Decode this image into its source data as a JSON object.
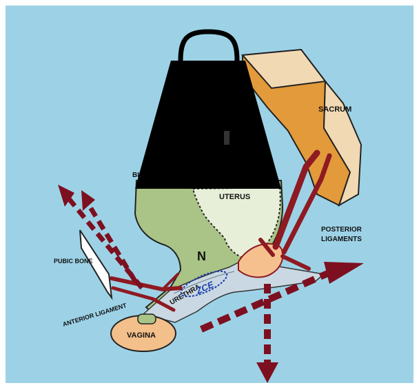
{
  "diagram": {
    "labels": {
      "sacrum": "SACRUM",
      "uterus": "UTERUS",
      "bladder_partial": "BL",
      "posterior_ligaments_line1": "POSTERIOR",
      "posterior_ligaments_line2": "LIGAMENTS",
      "pubic_bone": "PUBIC BONE",
      "anterior_ligament": "ANTERIOR LIGAMENT",
      "urethra": "URETHRA",
      "zce": "ZCE",
      "n": "N",
      "vagina": "VAGINA"
    },
    "colors": {
      "background": "#9dd2e6",
      "frame": "#ffffff",
      "weight": "#000000",
      "sacrum_top": "#f1d9b3",
      "sacrum_side": "#e29a3a",
      "bladder": "#a9c486",
      "uterus": "#e8efd9",
      "ligament": "#8e1a22",
      "arrow": "#7d1020",
      "vagina": "#f3bf8a",
      "posterior_mass": "#f6c08e",
      "urethra_tube": "#c9d8e3",
      "zce_outline": "#1a3fae"
    }
  }
}
